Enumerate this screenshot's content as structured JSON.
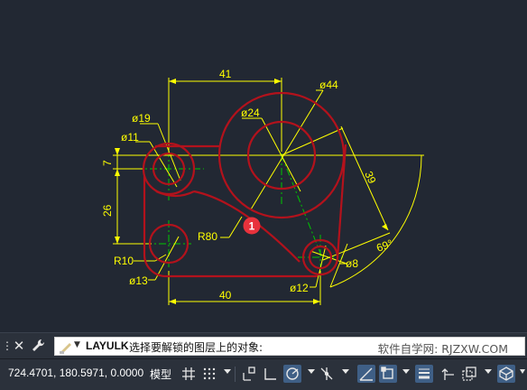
{
  "drawing": {
    "dimensions": {
      "top_width": "41",
      "outer_diameter_right": "ø44",
      "diameter_19": "ø19",
      "diameter_24": "ø24",
      "diameter_11": "ø11",
      "left_offset": "7",
      "left_height": "26",
      "aligned_39": "39",
      "radius_80": "R80",
      "radius_10": "R10",
      "diameter_13": "ø13",
      "diameter_12": "ø12",
      "diameter_8": "ø8",
      "angle_69": "69°",
      "bottom_width": "40"
    },
    "marker_label": "1",
    "colors": {
      "background": "#222833",
      "geometry": "#b3121c",
      "dimension": "#ffff00",
      "centerline": "#00c800",
      "marker": "#e8323c"
    }
  },
  "command_line": {
    "command_name": "LAYULK",
    "prompt": "选择要解锁的图层上的对象:",
    "watermark": "软件自学网: RJZXW.COM",
    "close_icon": "close-icon",
    "settings_icon": "wrench-icon"
  },
  "status_bar": {
    "coordinates": "724.4701, 180.5971, 0.0000",
    "space_label": "模型",
    "icons": [
      "grid-icon",
      "snap-dots-icon",
      "infer-constraint-icon",
      "ortho-icon",
      "polar-icon",
      "isodraft-icon",
      "osnap-track-icon",
      "osnap-icon",
      "lineweight-icon",
      "transparency-icon",
      "selection-cycling-icon",
      "3d-osnap-icon"
    ]
  }
}
